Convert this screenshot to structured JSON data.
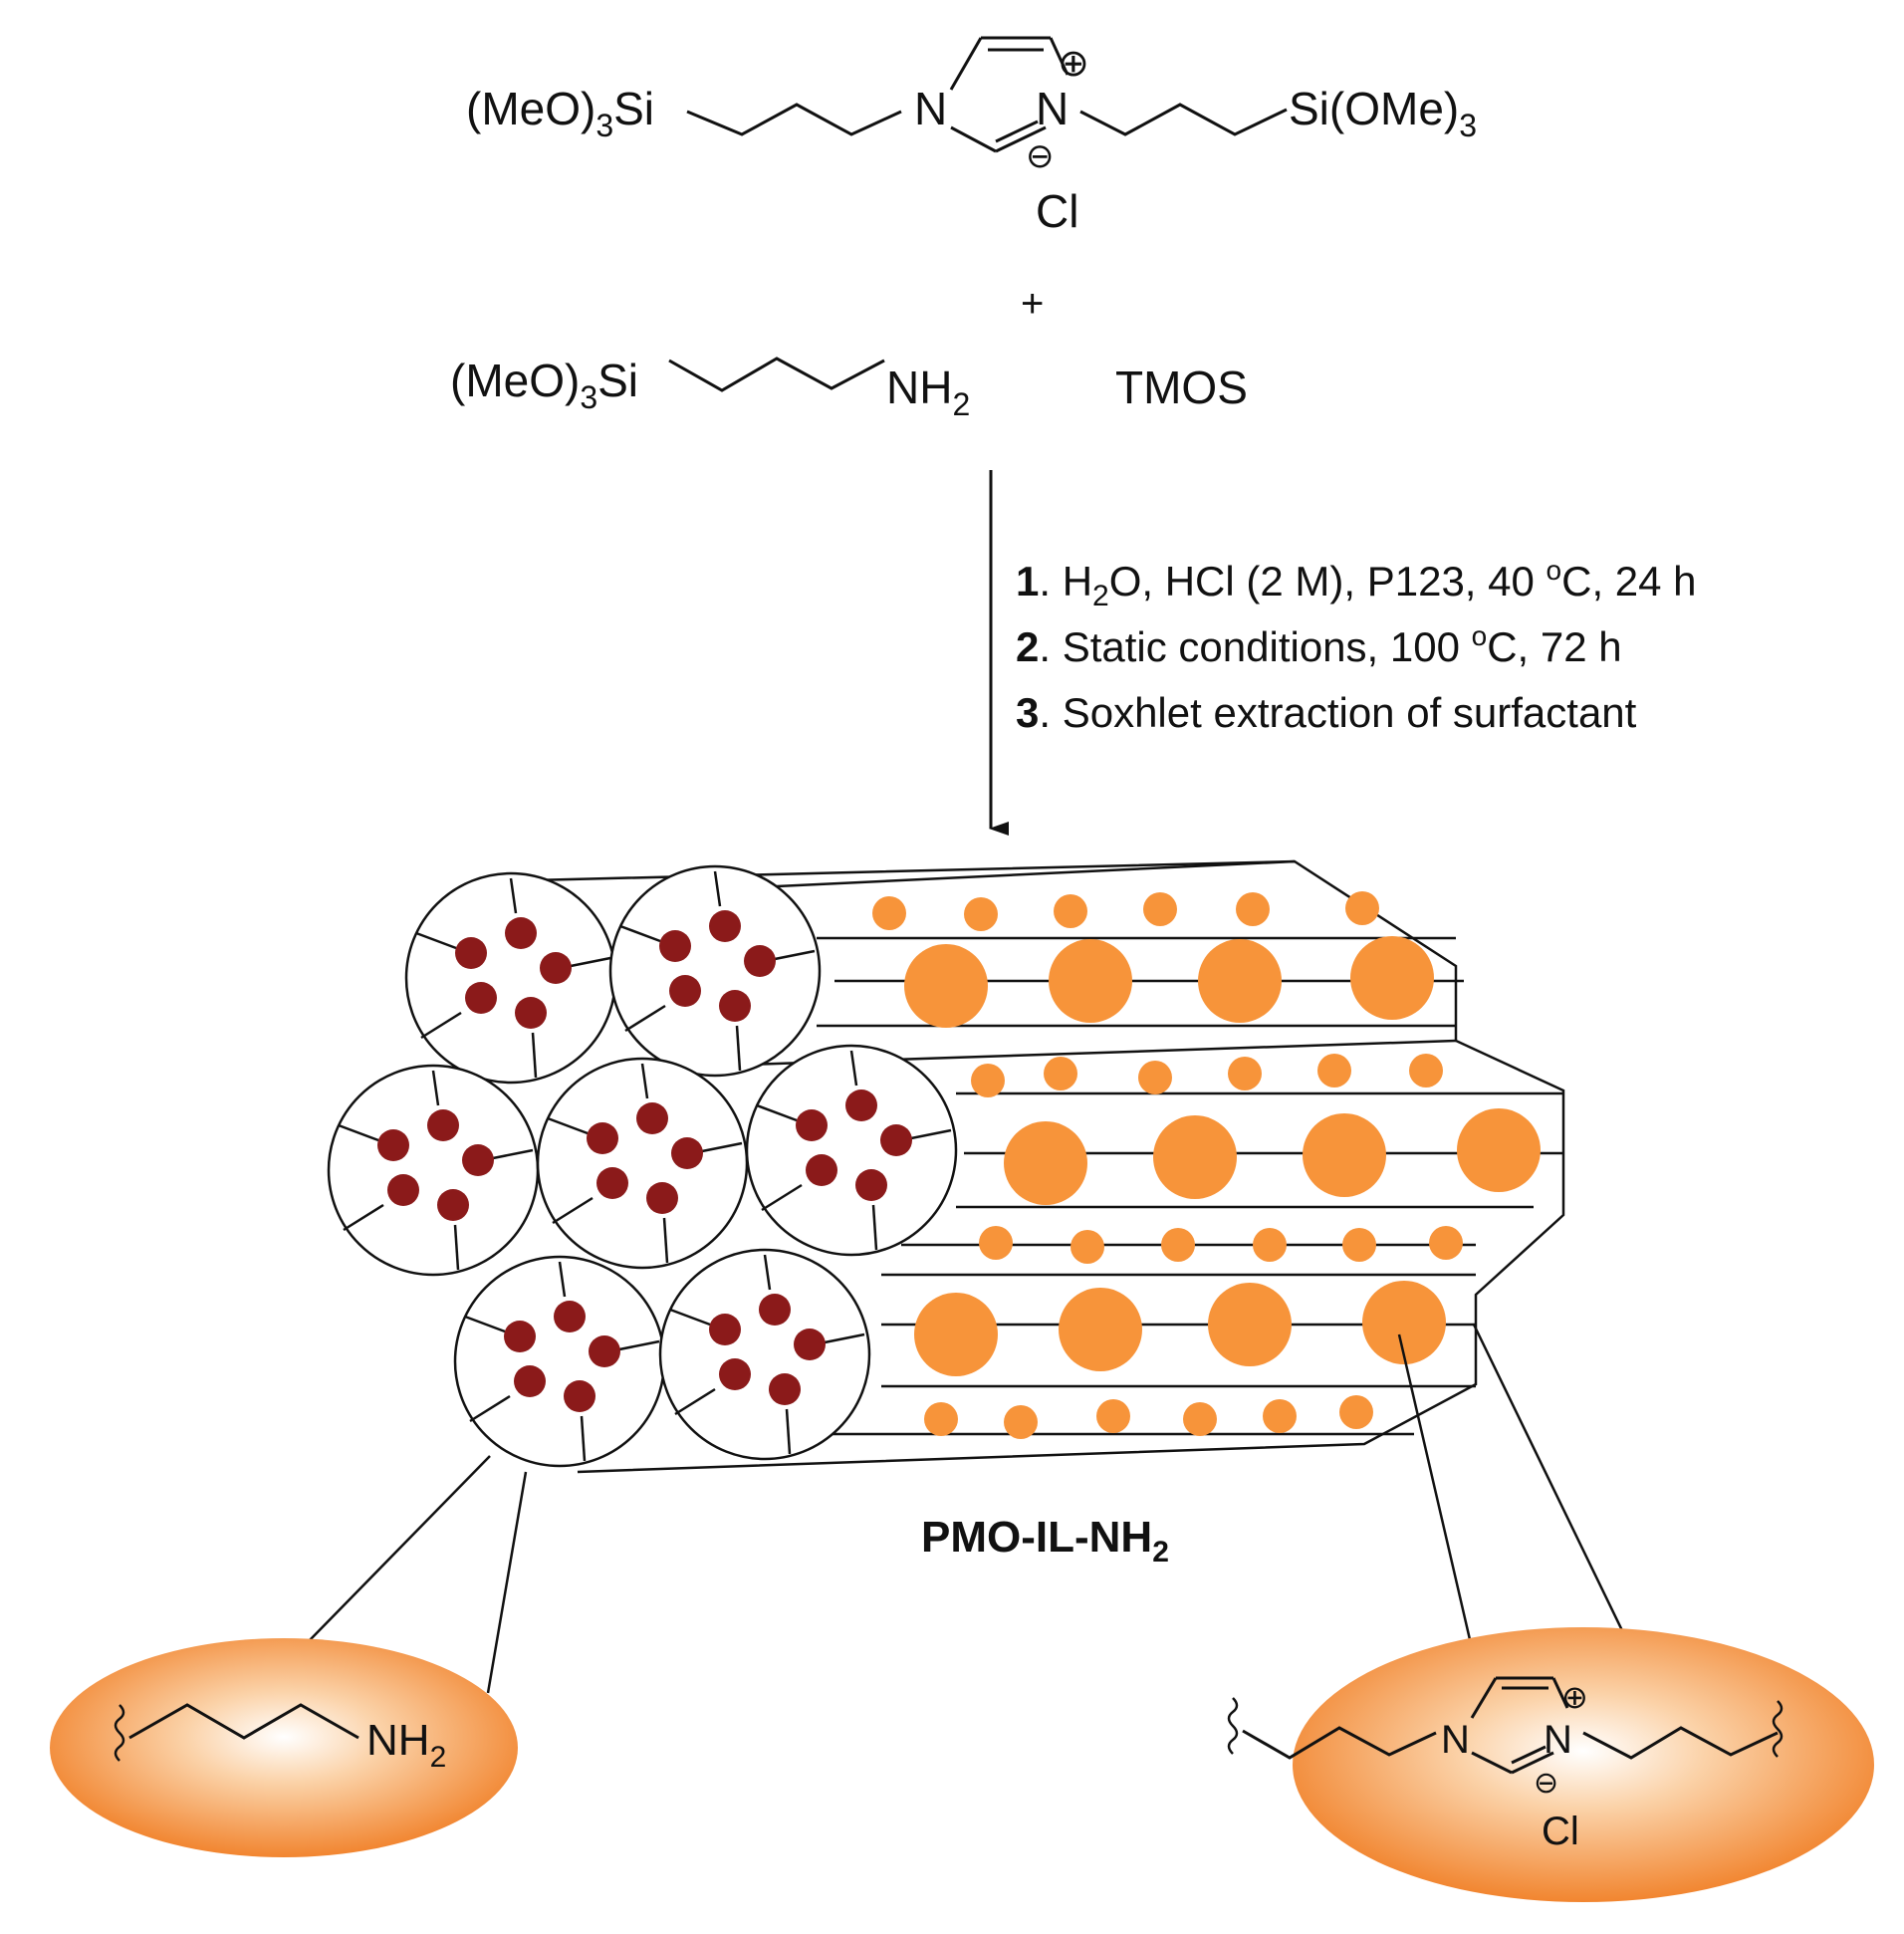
{
  "reactants": {
    "il_precursor": {
      "left_group": "(MeO)",
      "left_group_sub": "3",
      "left_group_tail": "Si",
      "n1": "N",
      "n2": "N",
      "plus_charge": "⊕",
      "minus_charge": "⊖",
      "counter_ion": "Cl",
      "right_group": "Si(OMe)",
      "right_group_sub": "3"
    },
    "plus_sign": "+",
    "amine_precursor": {
      "left_group": "(MeO)",
      "left_group_sub": "3",
      "left_group_tail": "Si",
      "amine": "NH",
      "amine_sub": "2"
    },
    "tmos": "TMOS"
  },
  "conditions": [
    {
      "num": "1",
      "text_a": ". H",
      "sub": "2",
      "text_b": "O, HCl (2 M), P123, 40 ",
      "deg": "o",
      "text_c": "C, 24 h"
    },
    {
      "num": "2",
      "text_a": ". Static conditions, 100 ",
      "deg": "o",
      "text_c": "C, 72 h"
    },
    {
      "num": "3",
      "text_a": ". Soxhlet extraction of surfactant"
    }
  ],
  "product": {
    "label": "PMO-IL-NH",
    "label_sub": "2"
  },
  "insets": {
    "amine": {
      "amine": "NH",
      "amine_sub": "2"
    },
    "imidazolium": {
      "n1": "N",
      "n2": "N",
      "plus_charge": "⊕",
      "minus_charge": "⊖",
      "counter_ion": "Cl"
    }
  },
  "colors": {
    "orange": "#F7943A",
    "dark_red": "#8B1A1A",
    "line": "#111111",
    "inset_light": "#FDE2C4",
    "inset_dark": "#F07A1E"
  }
}
